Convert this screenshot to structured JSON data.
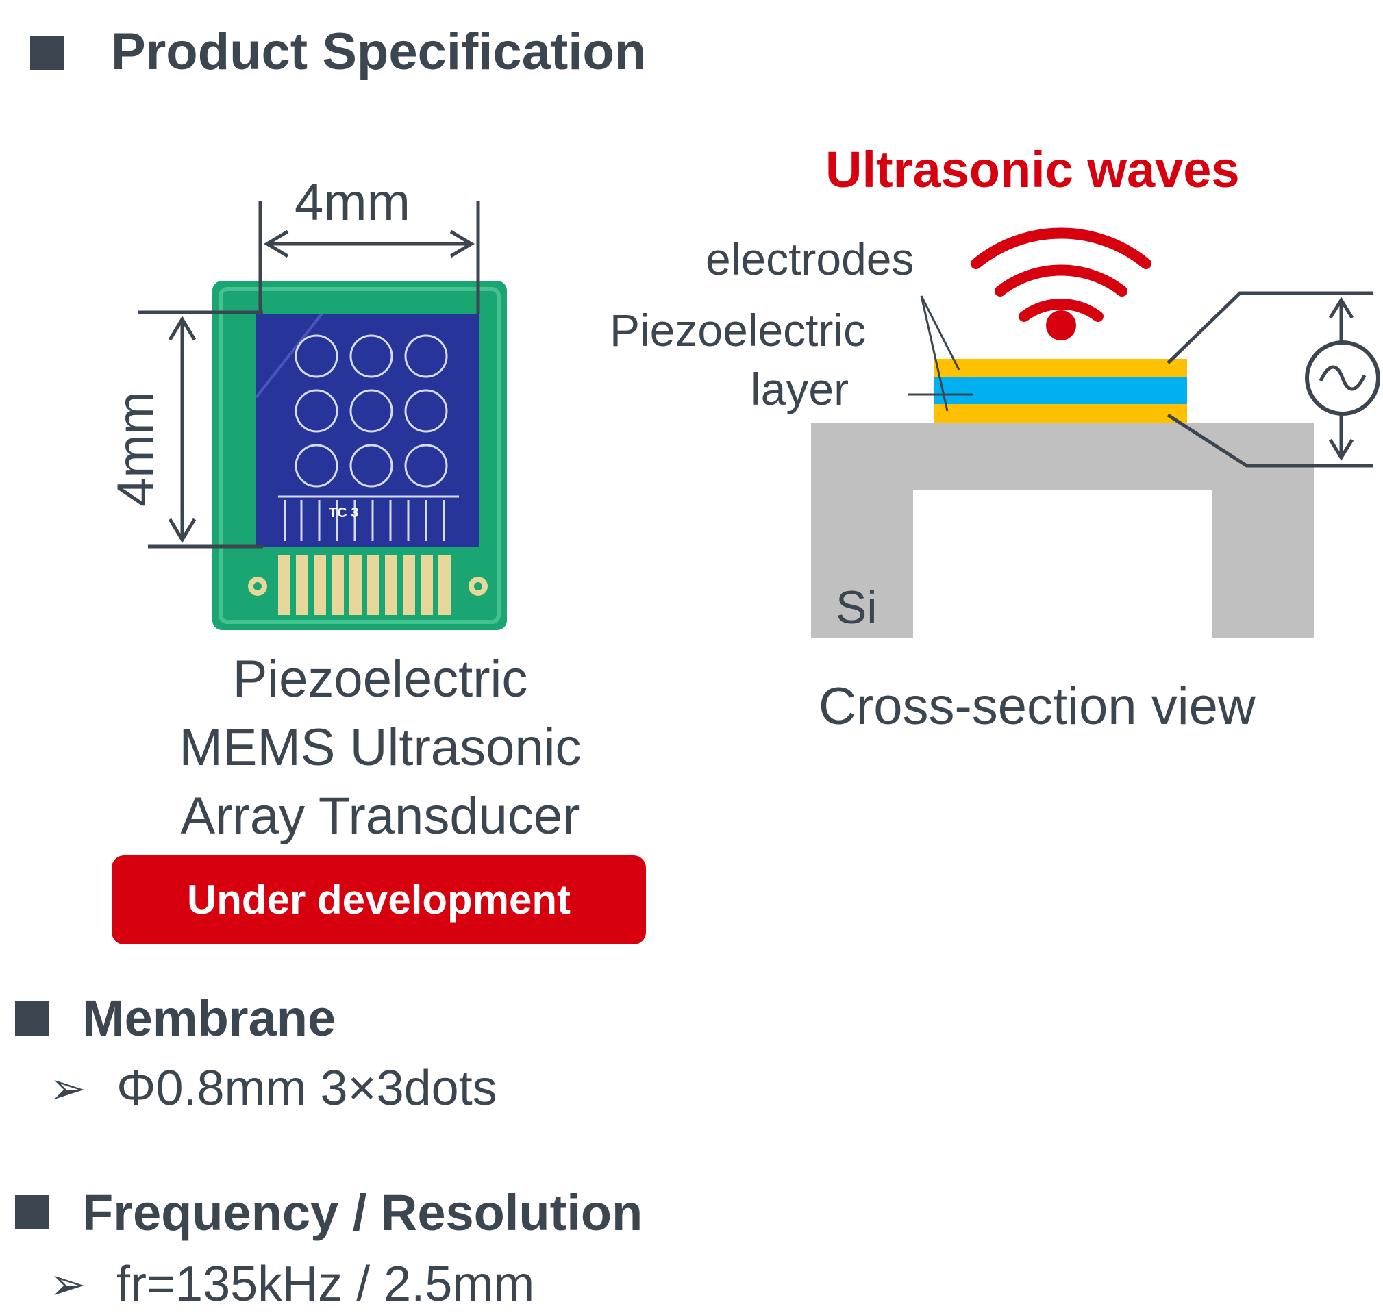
{
  "header": {
    "title": "Product Specification"
  },
  "product_photo": {
    "dimension_width_label": "4mm",
    "dimension_height_label": "4mm",
    "chip_marking": "TC 3",
    "caption_lines": [
      "Piezoelectric",
      "MEMS Ultrasonic",
      "Array Transducer"
    ],
    "badge_label": "Under development"
  },
  "cross_section": {
    "title": "Ultrasonic waves",
    "label_electrodes": "electrodes",
    "label_piezo_line1": "Piezoelectric",
    "label_piezo_line2": "layer",
    "label_substrate": "Si",
    "caption": "Cross-section view"
  },
  "specs": [
    {
      "heading": "Membrane",
      "value": "Φ0.8mm 3×3dots"
    },
    {
      "heading": "Frequency / Resolution",
      "value": "fr=135kHz / 2.5mm"
    }
  ],
  "colors": {
    "accent_red": "#d7000f",
    "text_gray": "#3c4650",
    "electrode_yellow": "#ffc000",
    "piezo_blue": "#00b0f0",
    "silicon_gray": "#c0c0c0",
    "pcb_green": "#1aa672",
    "chip_blue": "#1e2a8a"
  },
  "icons": {
    "bullet": "square-bullet-icon",
    "sub_bullet": "arrow-bullet-icon",
    "waves": "wifi-waves-icon",
    "ac_source": "ac-source-icon"
  }
}
